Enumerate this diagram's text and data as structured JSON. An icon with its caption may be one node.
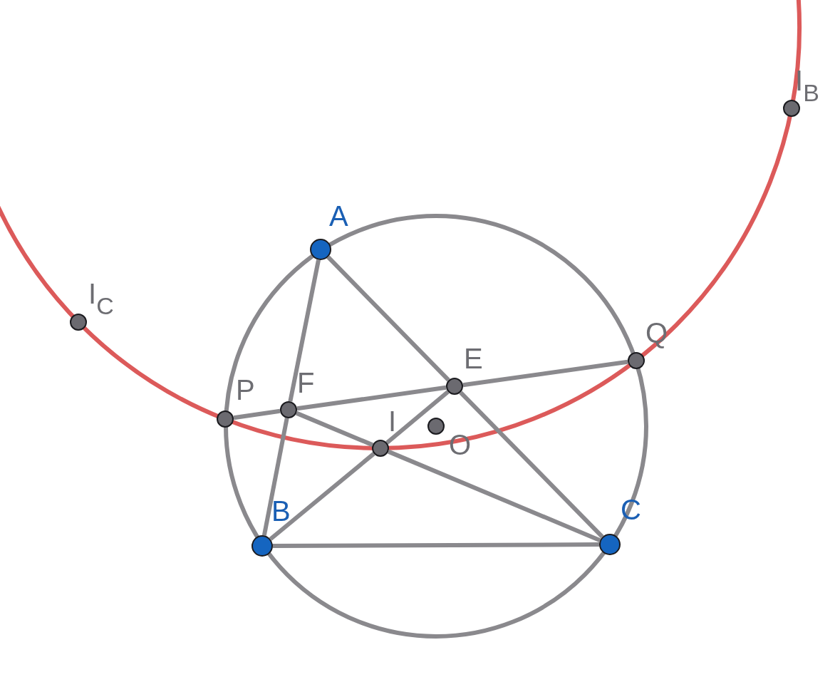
{
  "diagram": {
    "nodes": [
      {
        "text": [
          "I$_{B}$"
        ]
      },
      {
        "text": [
          "A"
        ]
      },
      {
        "text": [
          "I$_{C}$"
        ]
      },
      {
        "text": [
          "Q"
        ]
      },
      {
        "text": [
          "E"
        ]
      },
      {
        "text": [
          "P"
        ]
      },
      {
        "text": [
          "F"
        ]
      },
      {
        "text": [
          "O"
        ]
      },
      {
        "text": [
          "I"
        ]
      },
      {
        "text": [
          "B"
        ]
      },
      {
        "text": [
          "C"
        ]
      }
    ],
    "edges": [
      {
        "from": 1,
        "to": 6,
        "arrow": "none"
      },
      {
        "from": 6,
        "to": 9,
        "arrow": "none"
      },
      {
        "from": 1,
        "to": 4,
        "arrow": "none"
      },
      {
        "from": 4,
        "to": 10,
        "arrow": "none"
      },
      {
        "from": 9,
        "to": 10,
        "arrow": "none"
      },
      {
        "from": 9,
        "to": 8,
        "arrow": "none"
      },
      {
        "from": 8,
        "to": 4,
        "arrow": "none"
      },
      {
        "from": 6,
        "to": 8,
        "arrow": "none"
      },
      {
        "from": 8,
        "to": 10,
        "arrow": "none"
      },
      {
        "from": 5,
        "to": 6,
        "arrow": "none"
      },
      {
        "from": 6,
        "to": 4,
        "arrow": "none"
      },
      {
        "from": 4,
        "to": 3,
        "arrow": "none"
      }
    ]
  }
}
